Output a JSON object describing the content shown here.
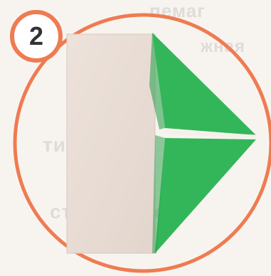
{
  "step": {
    "number": "2"
  },
  "background_text": {
    "line_1": "пемаг",
    "line_2": "жная",
    "line_3": "тикет нарэ",
    "line_4": "станови нор"
  },
  "colors": {
    "ring": "#ef7b52",
    "paper_back": "#e9ddd5",
    "paper_green": "#33b65a",
    "paper_green_dark": "#1f9a44"
  },
  "icons": {
    "folded_paper": "origami-envelope-fold"
  }
}
